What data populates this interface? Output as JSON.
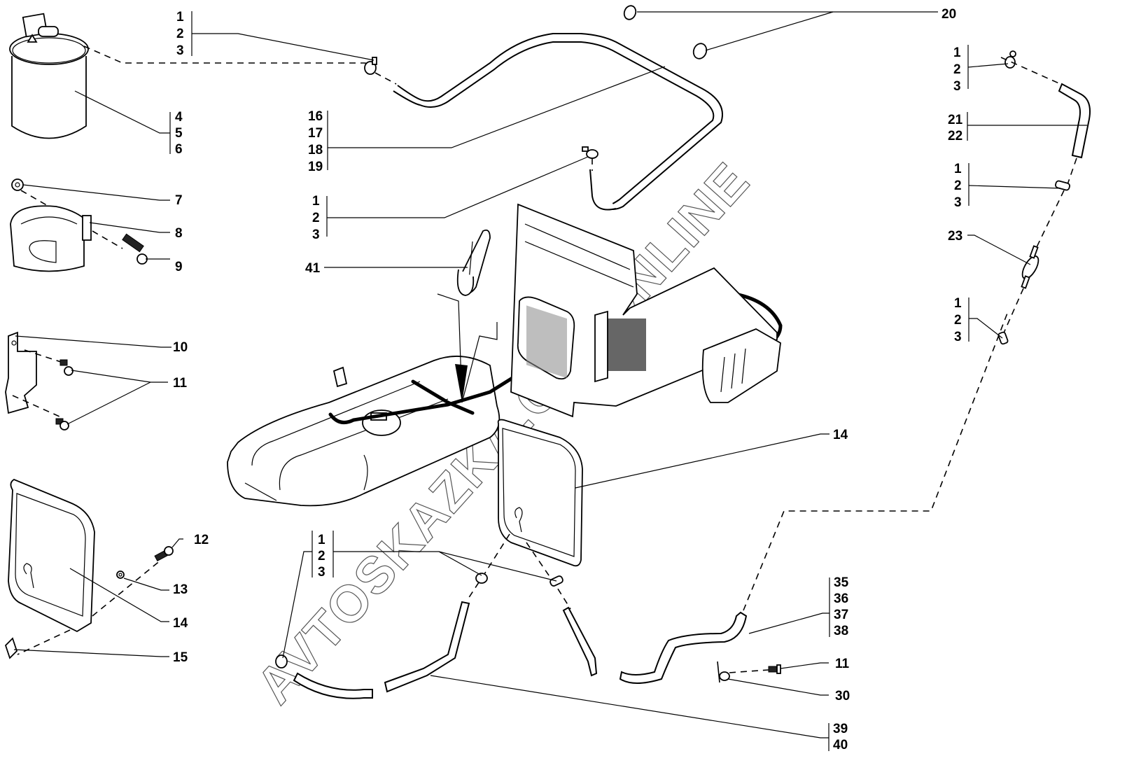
{
  "diagram": {
    "title": "Fuel tank and fuel line assembly — exploded parts view",
    "watermark": "AVTOSKAZKA.CAT.ONLINE",
    "callouts": [
      {
        "id": "c-1-2-3-top",
        "lines": [
          "1",
          "2",
          "3"
        ]
      },
      {
        "id": "c-4-5-6",
        "lines": [
          "4",
          "5",
          "6"
        ]
      },
      {
        "id": "c-7",
        "lines": [
          "7"
        ]
      },
      {
        "id": "c-8",
        "lines": [
          "8"
        ]
      },
      {
        "id": "c-9",
        "lines": [
          "9"
        ]
      },
      {
        "id": "c-10",
        "lines": [
          "10"
        ]
      },
      {
        "id": "c-11-left",
        "lines": [
          "11"
        ]
      },
      {
        "id": "c-12",
        "lines": [
          "12"
        ]
      },
      {
        "id": "c-13",
        "lines": [
          "13"
        ]
      },
      {
        "id": "c-14-left",
        "lines": [
          "14"
        ]
      },
      {
        "id": "c-15",
        "lines": [
          "15"
        ]
      },
      {
        "id": "c-16-19",
        "lines": [
          "16",
          "17",
          "18",
          "19"
        ]
      },
      {
        "id": "c-1-2-3-mid",
        "lines": [
          "1",
          "2",
          "3"
        ]
      },
      {
        "id": "c-41",
        "lines": [
          "41"
        ]
      },
      {
        "id": "c-20",
        "lines": [
          "20"
        ]
      },
      {
        "id": "c-1-2-3-right-a",
        "lines": [
          "1",
          "2",
          "3"
        ]
      },
      {
        "id": "c-21-22",
        "lines": [
          "21",
          "22"
        ]
      },
      {
        "id": "c-1-2-3-right-b",
        "lines": [
          "1",
          "2",
          "3"
        ]
      },
      {
        "id": "c-23",
        "lines": [
          "23"
        ]
      },
      {
        "id": "c-1-2-3-right-c",
        "lines": [
          "1",
          "2",
          "3"
        ]
      },
      {
        "id": "c-14-right",
        "lines": [
          "14"
        ]
      },
      {
        "id": "c-1-2-3-bottom",
        "lines": [
          "1",
          "2",
          "3"
        ]
      },
      {
        "id": "c-35-38",
        "lines": [
          "35",
          "36",
          "37",
          "38"
        ]
      },
      {
        "id": "c-11-right",
        "lines": [
          "11"
        ]
      },
      {
        "id": "c-30",
        "lines": [
          "30"
        ]
      },
      {
        "id": "c-39-40",
        "lines": [
          "39",
          "40"
        ]
      }
    ]
  }
}
